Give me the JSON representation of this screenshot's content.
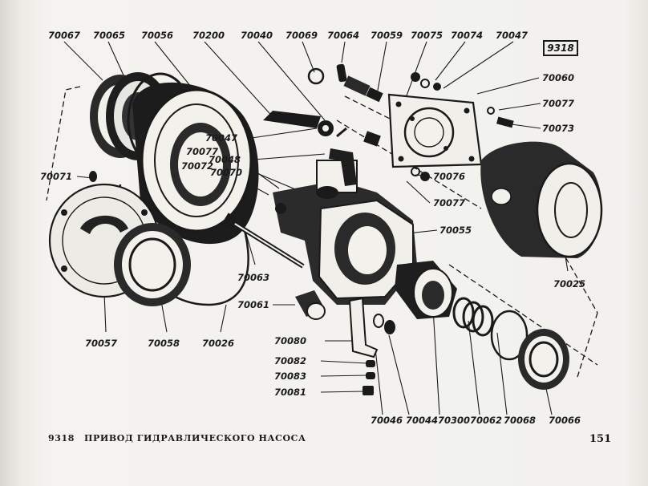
{
  "diagram_code": "9318",
  "footer": {
    "section_number": "9318",
    "title": "ПРИВОД ГИДРАВЛИЧЕСКОГО НАСОСА",
    "page_number": "151"
  },
  "part_labels": {
    "p70067": "70067",
    "p70065": "70065",
    "p70056": "70056",
    "p70200": "70200",
    "p70040": "70040",
    "p70069": "70069",
    "p70064": "70064",
    "p70059": "70059",
    "p70075": "70075",
    "p70074": "70074",
    "p70047_top": "70047",
    "p70060": "70060",
    "p70077_right": "70077",
    "p70073": "70073",
    "p70077_mid": "70077",
    "p70072": "70072",
    "p70047_mid": "70047",
    "p70048": "70048",
    "p70070": "70070",
    "p70071": "70071",
    "p70076": "70076",
    "p70077_low": "70077",
    "p70055": "70055",
    "p70063_rod": "70063",
    "p70061": "70061",
    "p70025": "70025",
    "p70057": "70057",
    "p70058": "70058",
    "p70026": "70026",
    "p70080": "70080",
    "p70082": "70082",
    "p70083": "70083",
    "p70081": "70081",
    "p70046": "70046",
    "p70044": "70044",
    "p70300": "70300",
    "p70062": "70062",
    "p70068": "70068",
    "p70066": "70066"
  }
}
